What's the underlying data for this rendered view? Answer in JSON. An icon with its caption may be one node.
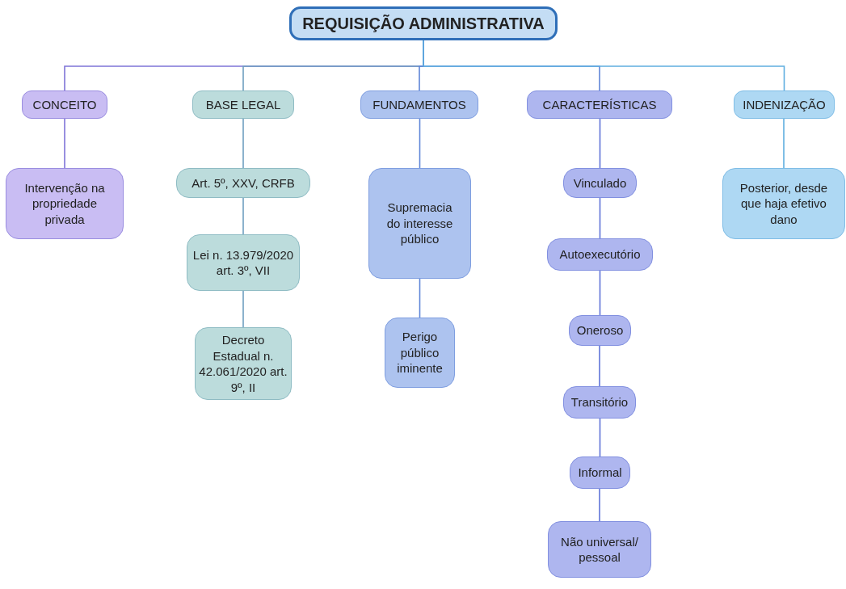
{
  "diagram": {
    "nodes": [
      {
        "text": [
          "REQUISIÇÃO ADMINISTRATIVA"
        ]
      },
      {
        "text": [
          "CONCEITO"
        ]
      },
      {
        "text": [
          "BASE LEGAL"
        ]
      },
      {
        "text": [
          "FUNDAMENTOS"
        ]
      },
      {
        "text": [
          "CARACTERÍSTICAS"
        ]
      },
      {
        "text": [
          "INDENIZAÇÃO"
        ]
      },
      {
        "text": [
          "Intervenção na propriedade privada"
        ]
      },
      {
        "text": [
          "Art. 5º, XXV, CRFB"
        ]
      },
      {
        "text": [
          "Lei n. 13.979/2020 art. 3º, VII"
        ]
      },
      {
        "text": [
          "Decreto Estadual n. 42.061/2020 art. 9º, II"
        ]
      },
      {
        "text": [
          "Supremacia do interesse público"
        ]
      },
      {
        "text": [
          "Perigo público iminente"
        ]
      },
      {
        "text": [
          "Vinculado"
        ]
      },
      {
        "text": [
          "Autoexecutório"
        ]
      },
      {
        "text": [
          "Oneroso"
        ]
      },
      {
        "text": [
          "Transitório"
        ]
      },
      {
        "text": [
          "Informal"
        ]
      },
      {
        "text": [
          "Não universal/ pessoal"
        ]
      },
      {
        "text": [
          "Posterior, desde que haja efetivo dano"
        ]
      }
    ],
    "edges": [
      {
        "from": 0,
        "to": 1,
        "arrow": "none",
        "color": "#7f74d8"
      },
      {
        "from": 0,
        "to": 2,
        "arrow": "none",
        "color": "#6f9fc0"
      },
      {
        "from": 0,
        "to": 3,
        "arrow": "none",
        "color": "#5f86d8"
      },
      {
        "from": 0,
        "to": 4,
        "arrow": "none",
        "color": "#5f86d8"
      },
      {
        "from": 0,
        "to": 5,
        "arrow": "none",
        "color": "#5faee0"
      },
      {
        "from": 1,
        "to": 6,
        "arrow": "none",
        "color": "#7f74d8"
      },
      {
        "from": 2,
        "to": 7,
        "arrow": "none",
        "color": "#6f9fc0"
      },
      {
        "from": 7,
        "to": 8,
        "arrow": "none",
        "color": "#6f9fc0"
      },
      {
        "from": 8,
        "to": 9,
        "arrow": "none",
        "color": "#6f9fc0"
      },
      {
        "from": 3,
        "to": 10,
        "arrow": "none",
        "color": "#5f86d8"
      },
      {
        "from": 10,
        "to": 11,
        "arrow": "none",
        "color": "#5f86d8"
      },
      {
        "from": 4,
        "to": 12,
        "arrow": "none",
        "color": "#5f74d8"
      },
      {
        "from": 12,
        "to": 13,
        "arrow": "none",
        "color": "#5f74d8"
      },
      {
        "from": 13,
        "to": 14,
        "arrow": "none",
        "color": "#5f74d8"
      },
      {
        "from": 14,
        "to": 15,
        "arrow": "none",
        "color": "#5f74d8"
      },
      {
        "from": 15,
        "to": 16,
        "arrow": "none",
        "color": "#5f74d8"
      },
      {
        "from": 16,
        "to": 17,
        "arrow": "none",
        "color": "#5f74d8"
      },
      {
        "from": 5,
        "to": 18,
        "arrow": "none",
        "color": "#5faee0"
      }
    ]
  }
}
